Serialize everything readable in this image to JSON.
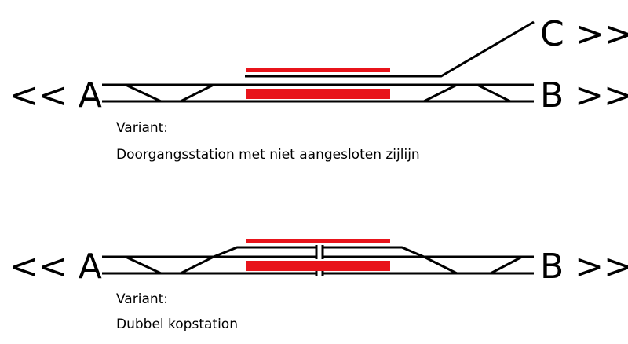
{
  "colors": {
    "track": "#000000",
    "platform": "#e8141b",
    "background": "#ffffff"
  },
  "diagram1": {
    "label_a": "<< A",
    "label_b": "B >>",
    "label_c": "C >>",
    "caption_line1": "Variant:",
    "caption_line2": "Doorgangsstation met niet aangesloten zijlijn"
  },
  "diagram2": {
    "label_a": "<< A",
    "label_b": "B >>",
    "caption_line1": "Variant:",
    "caption_line2": "Dubbel kopstation"
  }
}
